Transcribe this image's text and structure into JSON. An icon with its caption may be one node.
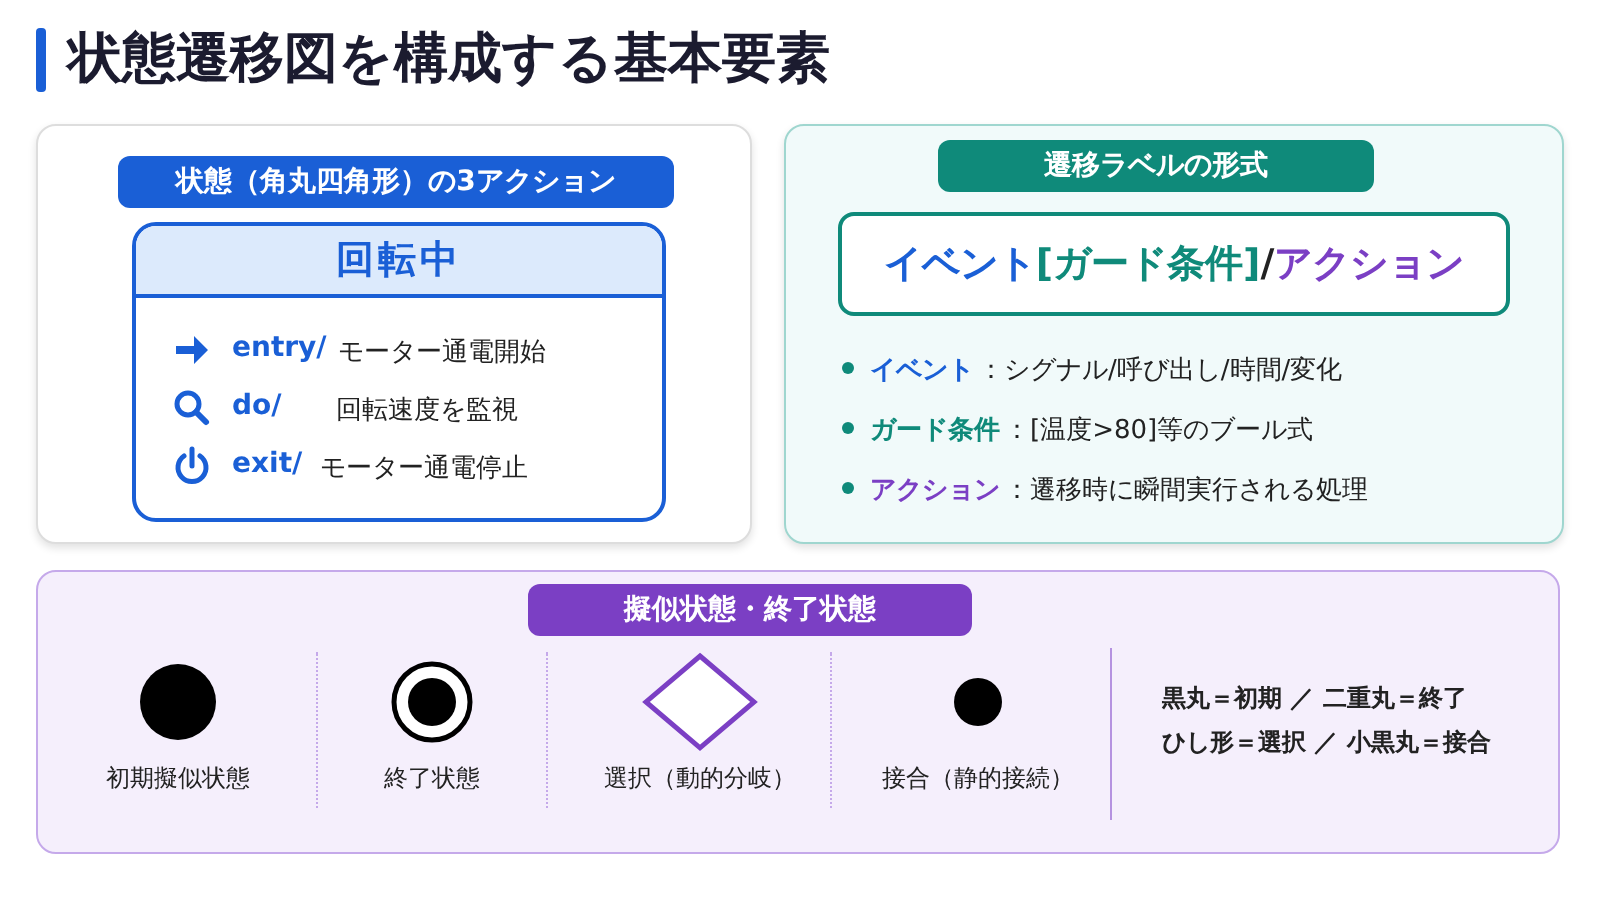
{
  "diagram": {
    "title": "状態遷移図を構成する基本要素",
    "nodes": [
      {
        "text": [
          "状態（角丸四角形）の3アクション"
        ]
      },
      {
        "text": [
          "回転中",
          "entry/",
          "モーター通電開始",
          "do/",
          "回転速度を監視",
          "exit/",
          "モーター通電停止"
        ],
        "in": 0
      },
      {
        "text": [
          "遷移ラベルの形式",
          "イベント",
          "：シグナル/呼び出し/時間/変化",
          "ガード条件",
          "：[温度>80]等のブール式",
          "アクション",
          "：遷移時に瞬間実行される処理"
        ]
      },
      {
        "text": [
          "イベント",
          "[ガード条件]",
          "/",
          "アクション"
        ],
        "in": 2
      },
      {
        "text": [
          "擬似状態・終了状態",
          "黒丸＝初期 ／ 二重丸＝終了",
          "ひし形＝選択 ／ 小黒丸＝接合"
        ]
      },
      {
        "text": [],
        "shape": "circle",
        "in": 4,
        "beside": [
          "初期擬似状態"
        ]
      },
      {
        "text": [],
        "shape": "circle",
        "in": 4,
        "beside": [
          "終了状態"
        ]
      },
      {
        "text": [],
        "shape": "diamond",
        "in": 4,
        "beside": [
          "選択（動的分岐）"
        ]
      },
      {
        "text": [],
        "shape": "circle",
        "in": 4,
        "beside": [
          "接合（静的接続）"
        ]
      }
    ],
    "edges": []
  }
}
